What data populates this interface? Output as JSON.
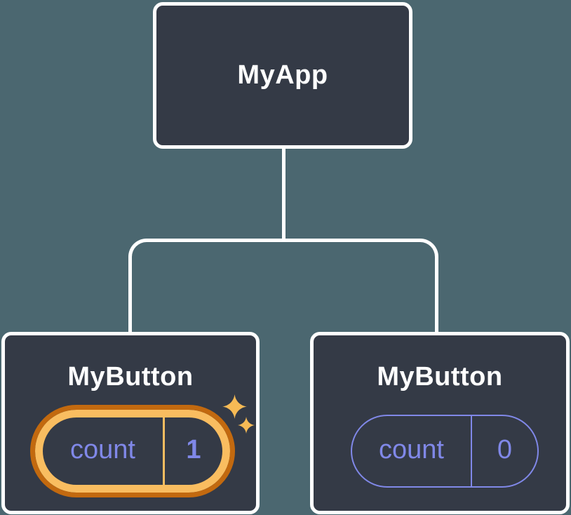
{
  "colors": {
    "bg": "#4b6770",
    "card": "#343a46",
    "card-border": "#ffffff",
    "connector": "#ffffff",
    "title": "#ffffff",
    "purple": "#8088e8",
    "orange-dark": "#c2690f",
    "orange-light": "#f9bd60",
    "sparkle": "#f6ba55"
  },
  "diagram": {
    "root": {
      "label": "MyApp"
    },
    "children": [
      {
        "label": "MyButton",
        "state": {
          "name": "count",
          "value": "1"
        },
        "highlighted": true,
        "icon": "sparkles-icon"
      },
      {
        "label": "MyButton",
        "state": {
          "name": "count",
          "value": "0"
        },
        "highlighted": false
      }
    ]
  }
}
